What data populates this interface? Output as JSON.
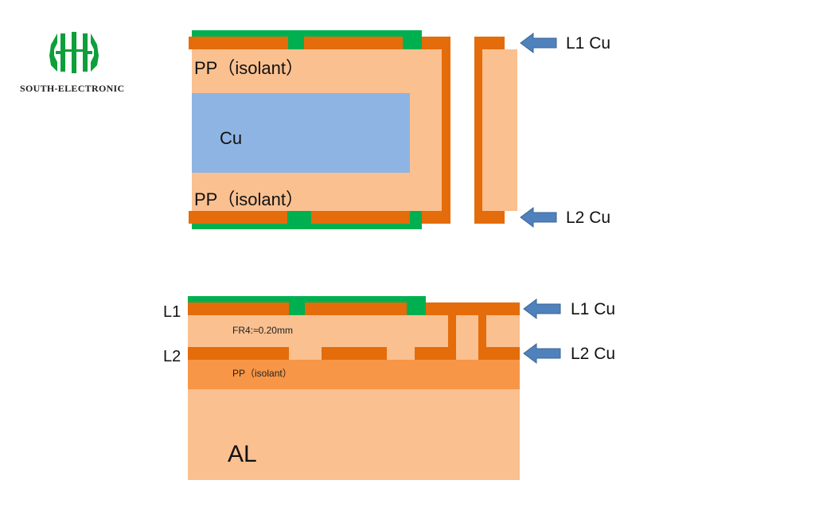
{
  "logo": {
    "icon": "south-electronic-logo-icon",
    "text": "SOUTH-ELECTRONIC",
    "color": "#0e9f3a"
  },
  "colors": {
    "copper": "#E46C0A",
    "solder_mask": "#00B050",
    "prepreg": "#FAC090",
    "pp_dark": "#F79646",
    "copper_core": "#8EB4E3",
    "arrow": "#4F81BD"
  },
  "top_diagram": {
    "pp_top_label": "PP（isolant）",
    "core_label": "Cu",
    "pp_bottom_label": "PP（isolant）",
    "arrow_l1_label": "L1 Cu",
    "arrow_l2_label": "L2 Cu"
  },
  "bottom_diagram": {
    "layer_l1": "L1",
    "layer_l2": "L2",
    "fr4_label": "FR4:≈0.20mm",
    "pp_label": "PP（isolant）",
    "base_label": "AL",
    "arrow_l1_label": "L1 Cu",
    "arrow_l2_label": "L2 Cu"
  }
}
